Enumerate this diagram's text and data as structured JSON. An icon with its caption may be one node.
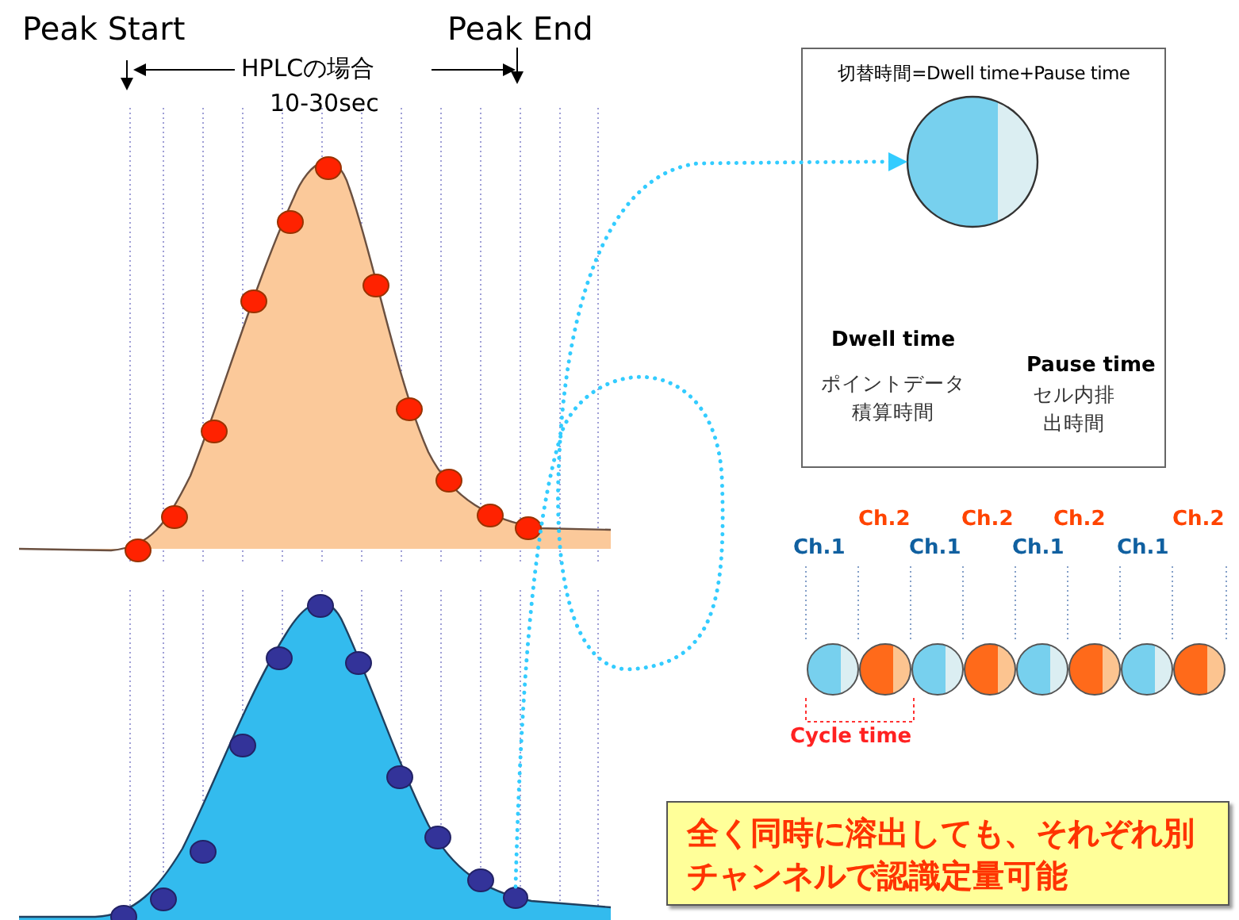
{
  "diagram": {
    "nodes": [
      {
        "text": [
          "切替時間=Dwell time+Pause time"
        ]
      },
      {
        "text": [],
        "shape": "circle",
        "in": 0
      },
      {
        "text": [],
        "shape": "circle"
      },
      {
        "text": [
          "全く同時に溶出しても、それぞれ別チャンネルで認識定量可能"
        ]
      }
    ],
    "edges": [
      {
        "from": 2,
        "to": 1,
        "arrow": "to",
        "style": "dashed"
      }
    ],
    "labels": [
      "Peak Start",
      "Peak End",
      "HPLCの場合",
      "10-30sec",
      "Dwell time",
      "Pause time",
      "ポイントデータ積算時間",
      "セル内排出時間",
      "Ch.2",
      "Ch.2",
      "Ch.2",
      "Ch.2",
      "Ch.1",
      "Ch.1",
      "Ch.1",
      "Ch.1",
      "Cycle time"
    ]
  }
}
